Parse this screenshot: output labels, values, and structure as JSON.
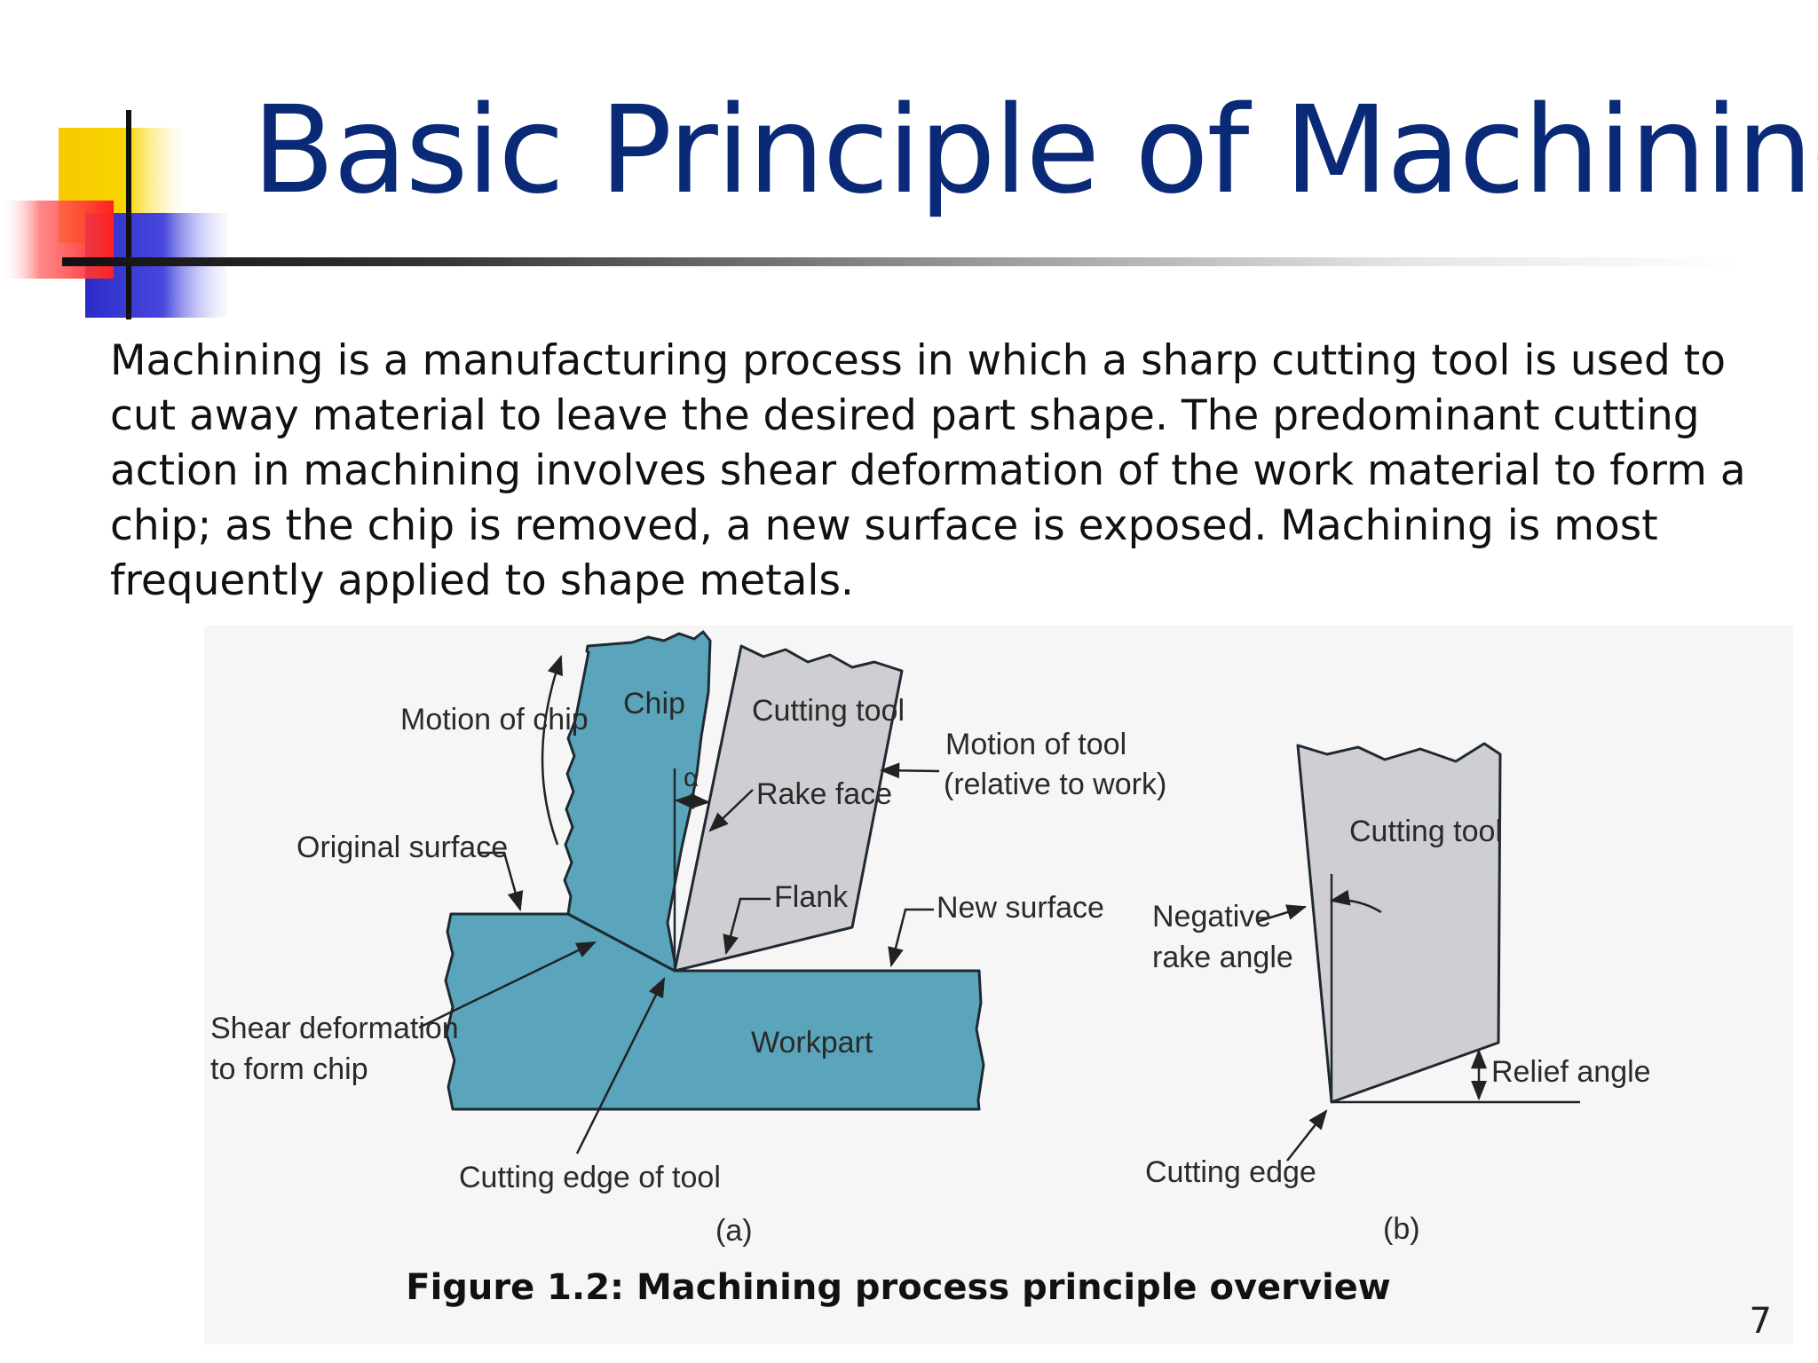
{
  "slide": {
    "title": "Basic Principle of Machining",
    "body": "Machining is a manufacturing process in which a sharp cutting tool is used to cut away material to leave the desired part shape. The predominant cutting action in machining involves shear deformation of the work material to form a chip; as the chip is removed, a new surface is exposed. Machining is most frequently applied to shape metals.",
    "caption": "Figure 1.2: Machining process principle overview",
    "page_number": "7"
  },
  "figure_a": {
    "chip": "Chip",
    "cutting_tool": "Cutting tool",
    "motion_of_chip": "Motion of chip",
    "alpha": "α",
    "rake_face": "Rake face",
    "motion_of_tool_line1": "Motion of tool",
    "motion_of_tool_line2": "(relative to work)",
    "original_surface": "Original surface",
    "flank": "Flank",
    "new_surface": "New surface",
    "workpart": "Workpart",
    "shear_line1": "Shear deformation",
    "shear_line2": "to form chip",
    "cutting_edge_of_tool": "Cutting edge of tool",
    "sublabel": "(a)"
  },
  "figure_b": {
    "cutting_tool": "Cutting tool",
    "negative_line1": "Negative",
    "negative_line2": "rake angle",
    "relief_angle": "Relief angle",
    "cutting_edge": "Cutting edge",
    "sublabel": "(b)"
  },
  "colors": {
    "title": "#0a2a78",
    "workpart": "#5aa5bb",
    "tool": "#cfcfd3",
    "logo_yellow": "#f7c900",
    "logo_red": "#ff3030",
    "logo_blue": "#3b3bd6"
  }
}
